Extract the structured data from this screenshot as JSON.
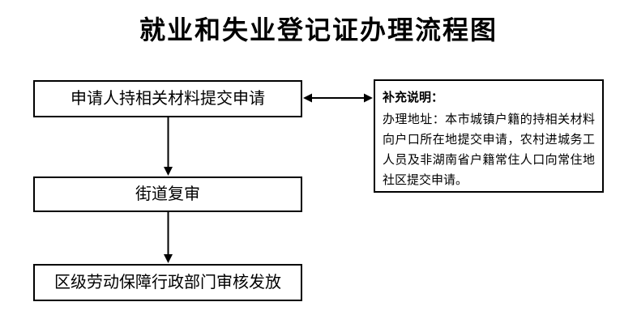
{
  "page": {
    "title": "就业和失业登记证办理流程图"
  },
  "flow": {
    "steps": [
      {
        "id": "submit-application",
        "label": "申请人持相关材料提交申请"
      },
      {
        "id": "street-review",
        "label": "街道复审"
      },
      {
        "id": "district-review-issue",
        "label": "区级劳动保障行政部门审核发放"
      }
    ]
  },
  "note": {
    "heading": "补充说明：",
    "body": "办理地址：本市城镇户籍的持相关材料向户口所在地提交申请，农村进城务工人员及非湖南省户籍常住人口向常住地社区提交申请。"
  },
  "colors": {
    "background": "#ffffff",
    "line": "#000000",
    "text": "#000000"
  }
}
